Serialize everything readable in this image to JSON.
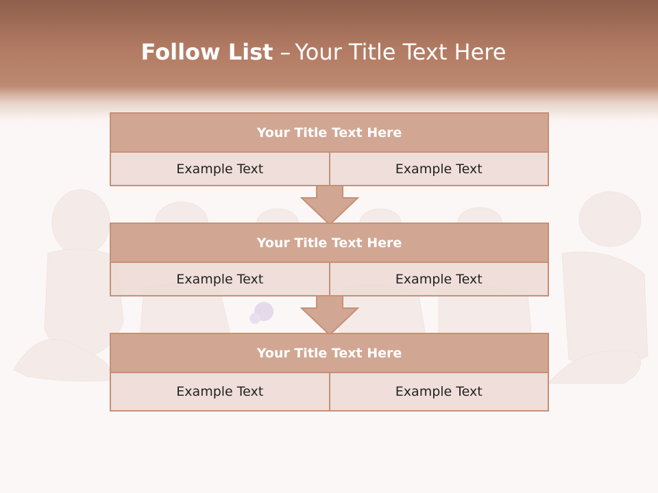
{
  "slide": {
    "title_bold": "Follow List",
    "title_separator": "–",
    "title_rest": "Your Title Text Here"
  },
  "blocks": [
    {
      "title": "Your Title Text Here",
      "cells": [
        "Example Text",
        "Example Text"
      ]
    },
    {
      "title": "Your Title Text Here",
      "cells": [
        "Example Text",
        "Example Text"
      ]
    },
    {
      "title": "Your Title Text Here",
      "cells": [
        "Example Text",
        "Example Text"
      ]
    }
  ],
  "colors": {
    "header_brown": "#b17a62",
    "block_title_fill": "#d1a793",
    "block_border": "#c68f74",
    "cell_fill": "#eedcd6",
    "arrow_fill": "#d1a793"
  }
}
